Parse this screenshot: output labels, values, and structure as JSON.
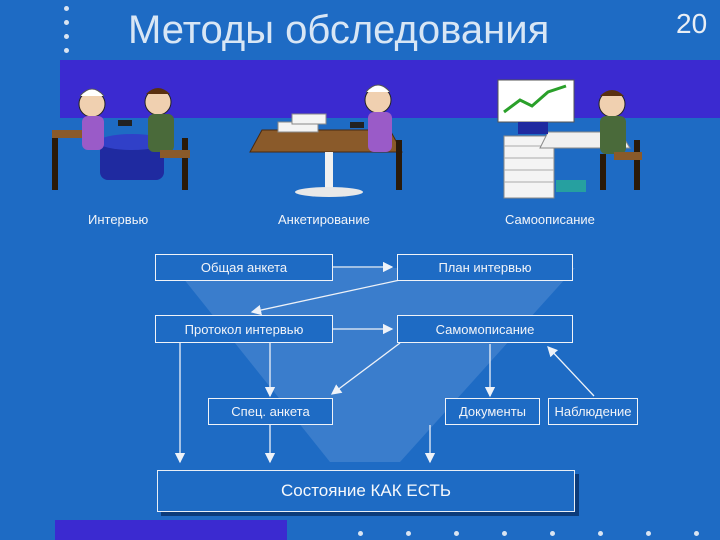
{
  "slide": {
    "title": "Методы обследования",
    "page_number": "20"
  },
  "methods": {
    "interview": "Интервью",
    "questionnaire": "Анкетирование",
    "self_description": "Самоописание"
  },
  "boxes": {
    "general_questionnaire": "Общая анкета",
    "interview_plan": "План интервью",
    "interview_protocol": "Протокол интервью",
    "self_description_box": "Самомописание",
    "special_questionnaire": "Спец. анкета",
    "documents": "Документы",
    "observation": "Наблюдение",
    "as_is_state": "Состояние КАК ЕСТЬ"
  },
  "colors": {
    "background": "#1e6bc4",
    "band": "#3b2ad0",
    "line": "#eef2f8"
  }
}
